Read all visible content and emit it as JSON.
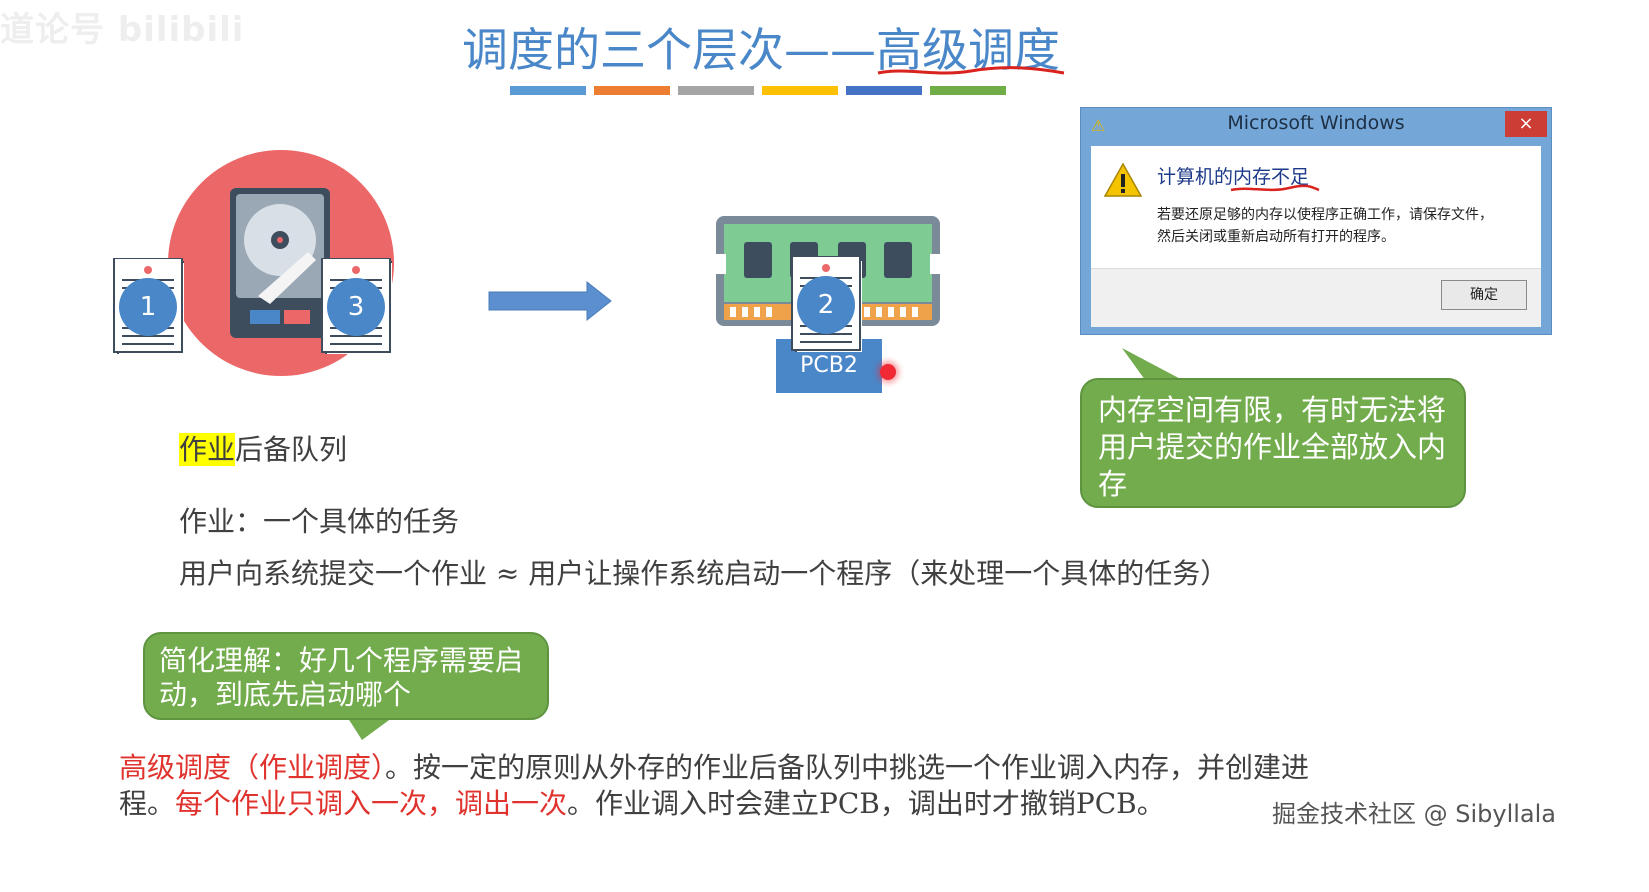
{
  "watermark": "道论号 bilibili",
  "title": {
    "prefix": "调度的三个层次——",
    "emphasis": "高级调度"
  },
  "title_bar_colors": [
    "#5b9bd5",
    "#ed7d31",
    "#a5a5a5",
    "#ffc000",
    "#4472c4",
    "#70ad47"
  ],
  "icons": {
    "doc1_number": "1",
    "doc3_number": "3",
    "doc2_number": "2",
    "pcb_label": "PCB2"
  },
  "dialog": {
    "title": "Microsoft Windows",
    "close": "×",
    "main_prefix": "计算机的",
    "main_highlight": "内存不足",
    "desc_line1": "若要还原足够的内存以使程序正确工作，请保存文件，",
    "desc_line2": "然后关闭或重新启动所有打开的程序。",
    "ok_button": "确定"
  },
  "callout_memory": "内存空间有限，有时无法将用户提交的作业全部放入内存",
  "callout_simplify": "简化理解：好几个程序需要启动，到底先启动哪个",
  "queue_label": {
    "highlight": "作业",
    "rest": "后备队列"
  },
  "job_definition": "作业：一个具体的任务",
  "job_submit": "用户向系统提交一个作业 ≈ 用户让操作系统启动一个程序（来处理一个具体的任务）",
  "summary": {
    "part1_red": "高级调度（作业调度）",
    "part2": "。按一定的原则从外存的作业后备队列中挑选一个作业调入内存，并创建进",
    "part3": "程。",
    "part4_red": "每个作业只调入一次，调出一次",
    "part5": "。作业调入时会建立PCB，调出时才撤销PCB。"
  },
  "credit": "掘金技术社区 @ Sibyllala"
}
